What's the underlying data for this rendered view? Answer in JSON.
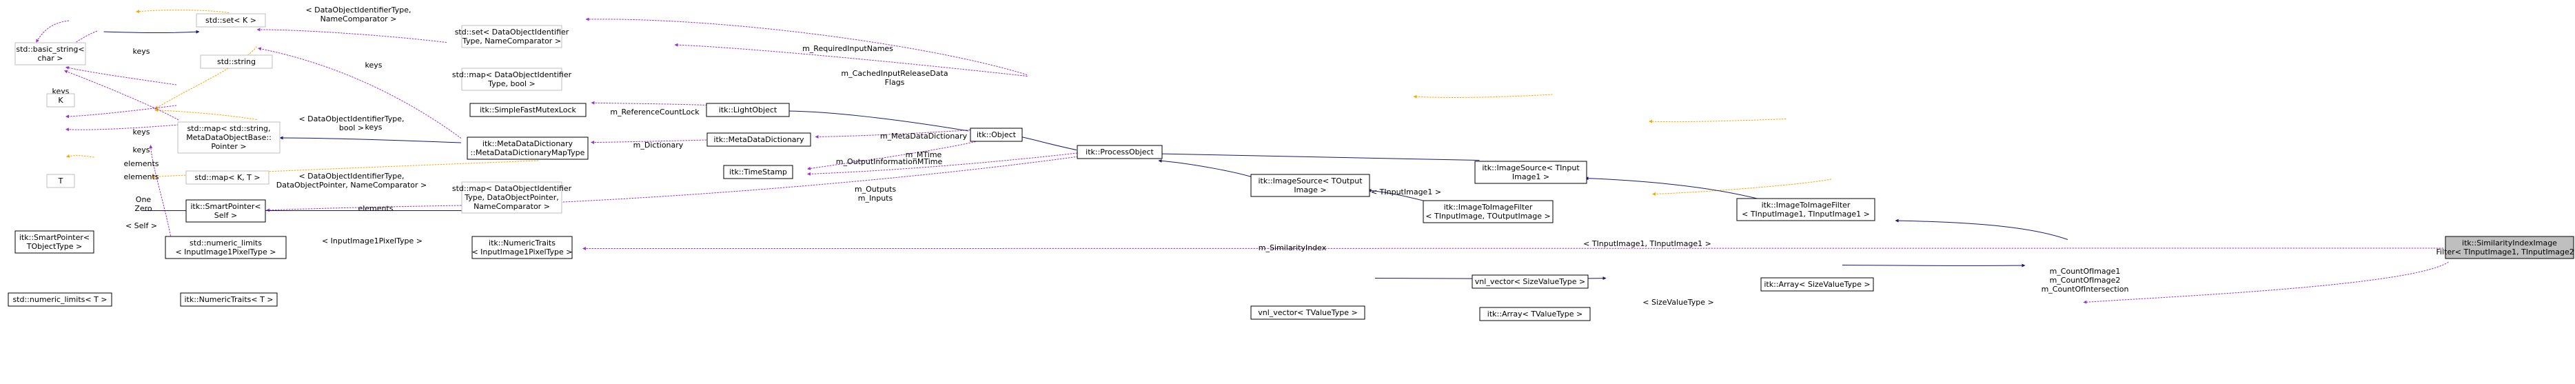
{
  "colors": {
    "inheritance": "#191970",
    "usage": "#9a32cd",
    "template": "#ffa500",
    "node_border": "#000000",
    "template_node_border": "#bfbfbf",
    "focus_fill": "#bfbfbf"
  },
  "nodes": [
    {
      "id": "set_k",
      "lines": [
        "std::set< K >"
      ],
      "template": true
    },
    {
      "id": "basic_string",
      "lines": [
        "std::basic_string<",
        "char >"
      ],
      "template": true
    },
    {
      "id": "std_string",
      "lines": [
        "std::string"
      ],
      "template": true
    },
    {
      "id": "k",
      "lines": [
        "K"
      ],
      "template": true
    },
    {
      "id": "t",
      "lines": [
        "T"
      ],
      "template": true
    },
    {
      "id": "map_string_mdob",
      "lines": [
        "std::map< std::string,",
        "MetaDataObjectBase::",
        "Pointer >"
      ],
      "template": true
    },
    {
      "id": "map_kt",
      "lines": [
        "std::map< K, T >"
      ],
      "template": true
    },
    {
      "id": "smartpointer_self",
      "lines": [
        "itk::SmartPointer<",
        "Self >"
      ],
      "template": false
    },
    {
      "id": "smartpointer_tobj",
      "lines": [
        "itk::SmartPointer<",
        "TObjectType >"
      ],
      "template": false
    },
    {
      "id": "numeric_limits_ip",
      "lines": [
        "std::numeric_limits",
        "< InputImage1PixelType >"
      ],
      "template": false
    },
    {
      "id": "numeric_limits_t",
      "lines": [
        "std::numeric_limits< T >"
      ],
      "template": false
    },
    {
      "id": "numerictraits_t",
      "lines": [
        "itk::NumericTraits< T >"
      ],
      "template": false
    },
    {
      "id": "set_doi",
      "lines": [
        "std::set< DataObjectIdentifier",
        "Type, NameComparator >"
      ],
      "template": true
    },
    {
      "id": "map_doi_bool",
      "lines": [
        "std::map< DataObjectIdentifier",
        "Type, bool >"
      ],
      "template": true
    },
    {
      "id": "mutexlock",
      "lines": [
        "itk::SimpleFastMutexLock"
      ],
      "template": false
    },
    {
      "id": "mddmaptype",
      "lines": [
        "itk::MetaDataDictionary",
        "::MetaDataDictionaryMapType"
      ],
      "template": false
    },
    {
      "id": "map_doi_dop",
      "lines": [
        "std::map< DataObjectIdentifier",
        "Type, DataObjectPointer,",
        "NameComparator >"
      ],
      "template": true
    },
    {
      "id": "numerictraits_ip",
      "lines": [
        "itk::NumericTraits",
        "< InputImage1PixelType >"
      ],
      "template": false
    },
    {
      "id": "lightobject",
      "lines": [
        "itk::LightObject"
      ],
      "template": false
    },
    {
      "id": "mdd",
      "lines": [
        "itk::MetaDataDictionary"
      ],
      "template": false
    },
    {
      "id": "timestamp",
      "lines": [
        "itk::TimeStamp"
      ],
      "template": false
    },
    {
      "id": "object",
      "lines": [
        "itk::Object"
      ],
      "template": false
    },
    {
      "id": "processobject",
      "lines": [
        "itk::ProcessObject"
      ],
      "template": false
    },
    {
      "id": "imagesource_tout",
      "lines": [
        "itk::ImageSource< TOutput",
        "Image >"
      ],
      "template": false
    },
    {
      "id": "imagesource_tin1",
      "lines": [
        "itk::ImageSource< TInput",
        "Image1 >"
      ],
      "template": false
    },
    {
      "id": "itif_tin_tout",
      "lines": [
        "itk::ImageToImageFilter",
        "< TInputImage, TOutputImage >"
      ],
      "template": false
    },
    {
      "id": "itif_tin1_tin1",
      "lines": [
        "itk::ImageToImageFilter",
        "< TInputImage1, TInputImage1 >"
      ],
      "template": false
    },
    {
      "id": "simindex",
      "lines": [
        "itk::SimilarityIndexImage",
        "Filter< TInputImage1, TInputImage2 >"
      ],
      "template": false,
      "focus": true
    },
    {
      "id": "vnl_svt",
      "lines": [
        "vnl_vector< SizeValueType >"
      ],
      "template": false
    },
    {
      "id": "array_svt",
      "lines": [
        "itk::Array< SizeValueType >"
      ],
      "template": false
    },
    {
      "id": "vnl_tvt",
      "lines": [
        "vnl_vector< TValueType >"
      ],
      "template": false
    },
    {
      "id": "array_tvt",
      "lines": [
        "itk::Array< TValueType >"
      ],
      "template": false
    }
  ],
  "edge_labels": {
    "set_k_keys": [
      "< DataObjectIdentifierType,",
      "NameComparator >"
    ],
    "basic_string_keys": [
      "keys"
    ],
    "string_keys_set": [
      "keys"
    ],
    "set_k_kkeys": [
      "keys"
    ],
    "required_input": [
      "m_RequiredInputNames"
    ],
    "cached_release": [
      "m_CachedInputReleaseData",
      "Flags"
    ],
    "map_kt_keys_k": [
      "keys"
    ],
    "map_kt_elements_t": [
      "elements"
    ],
    "keys_map_string": [
      "keys"
    ],
    "elements_t": [
      "elements"
    ],
    "doi_bool": [
      "< DataObjectIdentifierType,",
      "bool >"
    ],
    "doi_dop": [
      "< DataObjectIdentifierType,",
      "DataObjectPointer, NameComparator >"
    ],
    "string_keys_map": [
      "keys"
    ],
    "reference_count": [
      "m_ReferenceCountLock"
    ],
    "dictionary": [
      "m_Dictionary"
    ],
    "metadatadictionary": [
      "m_MetaDataDictionary"
    ],
    "mtime": [
      "m_MTime"
    ],
    "output_info": [
      "m_OutputInformationMTime"
    ],
    "outputs_inputs": [
      "m_Outputs",
      "m_Inputs"
    ],
    "smartpointer_elements": [
      "elements"
    ],
    "one_zero": [
      "One",
      "Zero"
    ],
    "self": [
      "< Self >"
    ],
    "inputpixel": [
      "< InputImage1PixelType >"
    ],
    "similarity_index": [
      "m_SimilarityIndex"
    ],
    "tinput1": [
      "< TInputImage1 >"
    ],
    "tinput_pair": [
      "< TInputImage1, TInputImage1 >"
    ],
    "counts": [
      "m_CountOfImage1",
      "m_CountOfImage2",
      "m_CountOfIntersection"
    ],
    "sizevaluetype": [
      "< SizeValueType >"
    ]
  }
}
